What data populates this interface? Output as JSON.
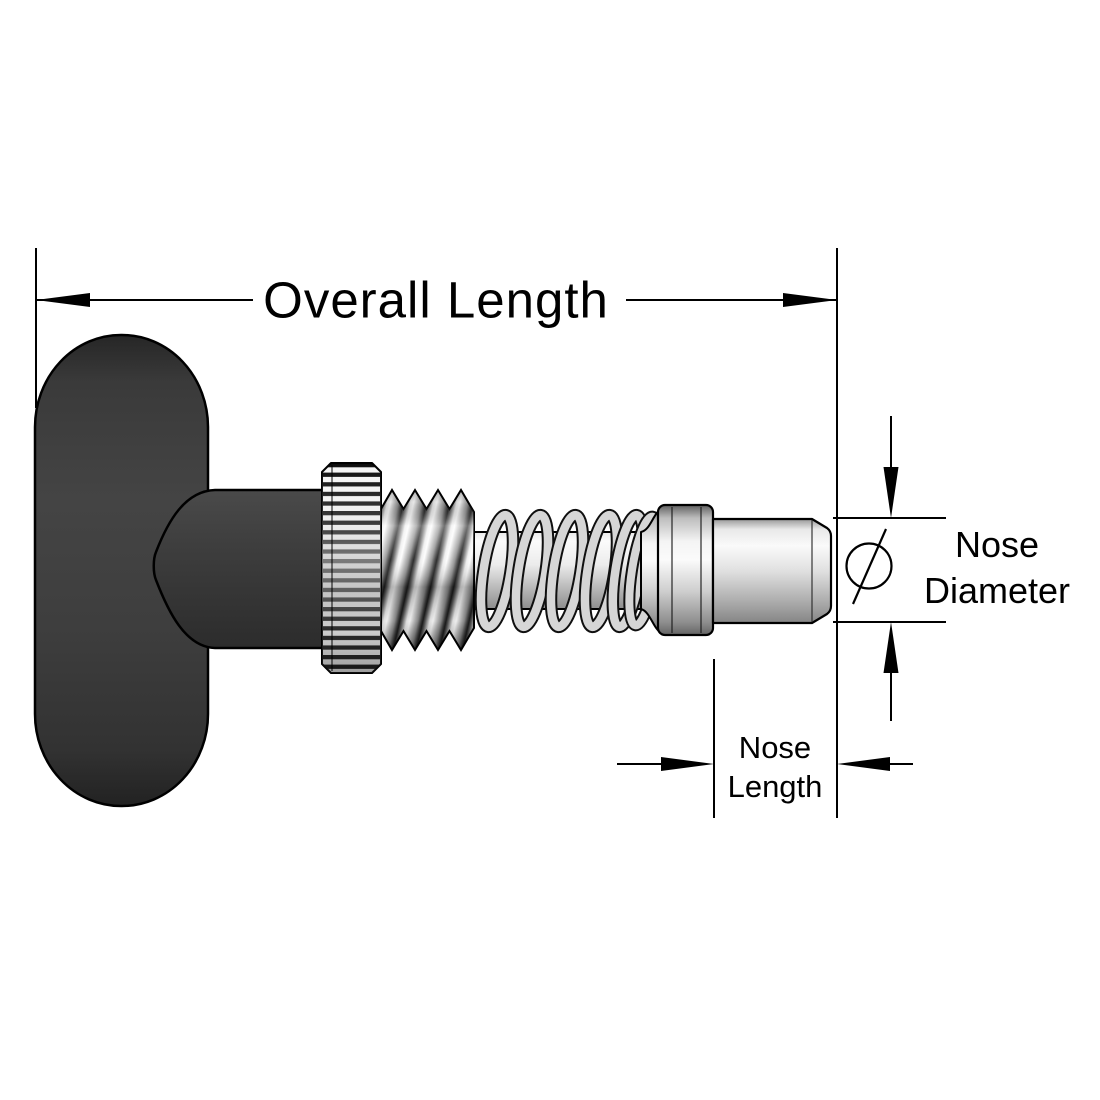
{
  "figure": {
    "type": "technical-dimension-diagram",
    "subject": "hand-retractable spring plunger with T-handle",
    "background": "#ffffff",
    "line_color": "#000000",
    "annotations": {
      "overall_length": "Overall Length",
      "nose_diameter": {
        "line1": "Nose",
        "line2": "Diameter"
      },
      "nose_length": {
        "line1": "Nose",
        "line2": "Length"
      },
      "diameter_symbol": "⌀"
    },
    "colors": {
      "handle_dark": "#3b3b3b",
      "handle_edge": "#242424",
      "knurl_dark": "#0d0d0d",
      "knurl_light": "#f5f5f5",
      "metal_light": "#fbfbfb",
      "metal_mid": "#c6c6c6",
      "metal_dark": "#8a8a8a",
      "outline": "#000000"
    }
  }
}
